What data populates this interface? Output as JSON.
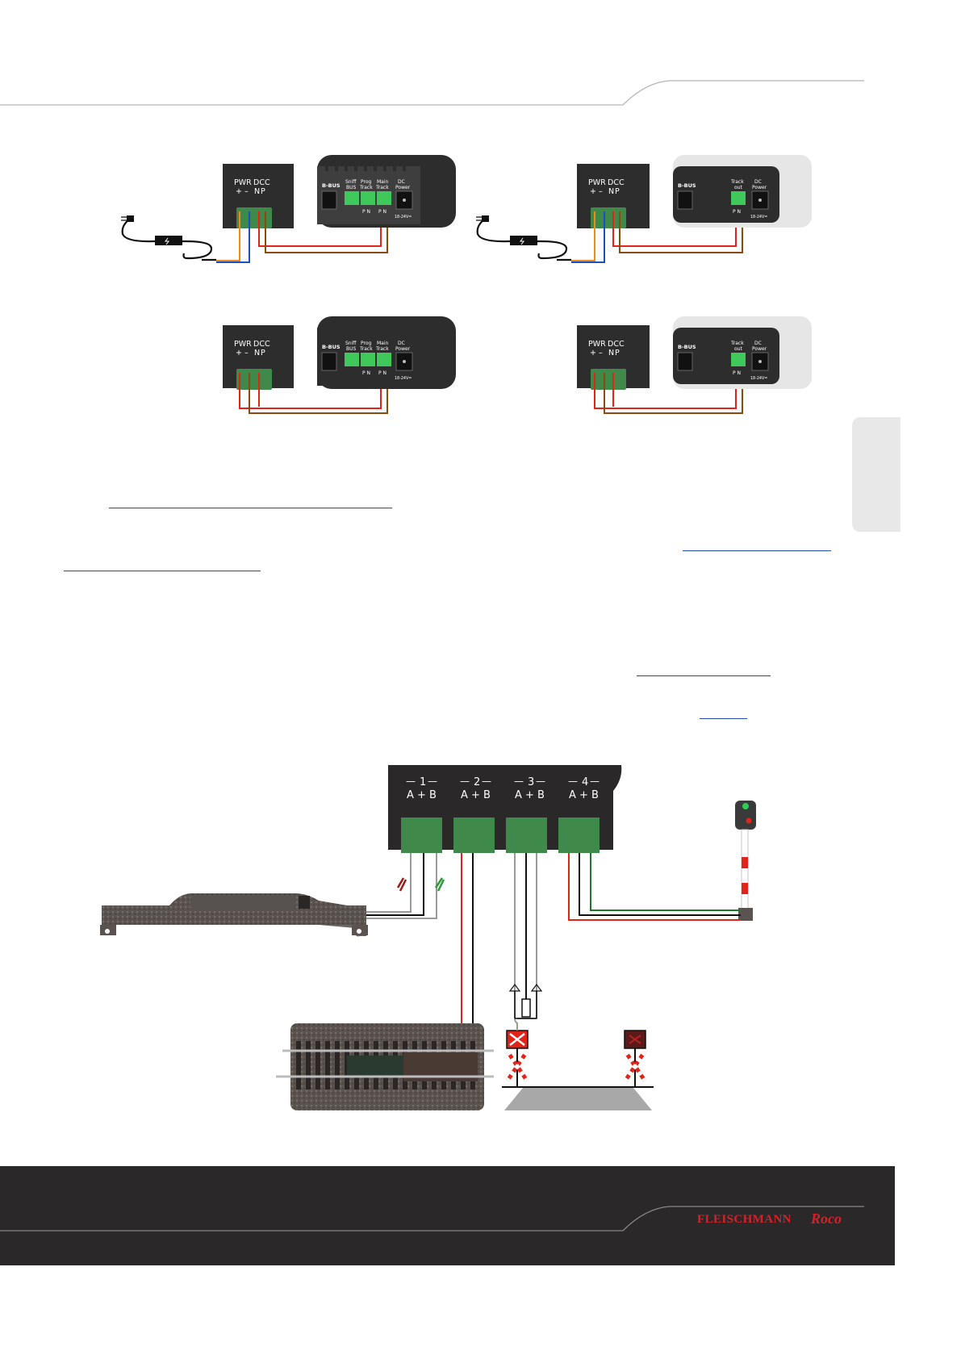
{
  "diagram": {
    "connector_label": {
      "pwr": "PWR",
      "dcc": "DCC",
      "plus": "+",
      "minus": "–",
      "n": "N",
      "p": "P"
    },
    "device_a": {
      "bbus": "B-BUS",
      "sniff_1": "Sniff",
      "sniff_2": "BUS",
      "prog_1": "Prog",
      "prog_2": "Track",
      "main_1": "Main",
      "main_2": "Track",
      "dc_1": "DC",
      "dc_2": "Power",
      "pn_prog": "P N",
      "pn_main": "P N",
      "voltage": "18-24V="
    },
    "device_b": {
      "bbus": "B-BUS",
      "track_1": "Track",
      "track_2": "out",
      "dc_1": "DC",
      "dc_2": "Power",
      "pn": "P N",
      "voltage": "18-24V="
    },
    "decoder": {
      "ports": [
        {
          "num": "1",
          "pins": "A + B"
        },
        {
          "num": "2",
          "pins": "A + B"
        },
        {
          "num": "3",
          "pins": "A + B"
        },
        {
          "num": "4",
          "pins": "A + B"
        }
      ]
    }
  },
  "footer": {
    "brand_1": "FLEISCHMANN",
    "brand_2": "Roco"
  },
  "colors": {
    "wire_red": "#e2231a",
    "wire_brown": "#8a4a12",
    "wire_orange": "#ef8a1e",
    "wire_blue": "#1b4fc4",
    "wire_green": "#1a7a2a",
    "wire_grey": "#9a9a9a",
    "terminal_green": "#3f8a4a",
    "device_dark": "#2d2d2d",
    "footer_bg": "#2b2829"
  }
}
